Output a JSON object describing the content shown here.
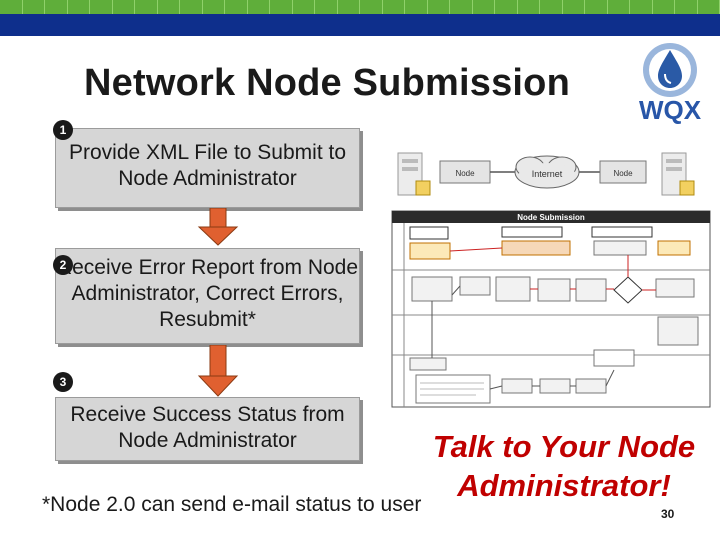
{
  "slide": {
    "title": "Network Node Submission",
    "logo_text": "WQX",
    "steps": [
      {
        "number": "1",
        "text": "Provide XML File to Submit to Node Administrator"
      },
      {
        "number": "2",
        "text": "Receive Error Report from Node Administrator, Correct Errors, Resubmit*"
      },
      {
        "number": "3",
        "text": "Receive Success Status from Node Administrator"
      }
    ],
    "callout": "Talk to Your Node Administrator!",
    "footnote": "*Node 2.0 can send e-mail status to user",
    "page_number": "30"
  },
  "diagram": {
    "node_left": "Node",
    "internet": "Internet",
    "node_right": "Node",
    "flow_title": "Node Submission"
  },
  "colors": {
    "header_stripe_green": "#5fae3a",
    "header_bar_blue": "#0e2f8c",
    "callout_red": "#c00000",
    "arrow_orange": "#e06030",
    "step_box_gray": "#d6d6d6"
  }
}
